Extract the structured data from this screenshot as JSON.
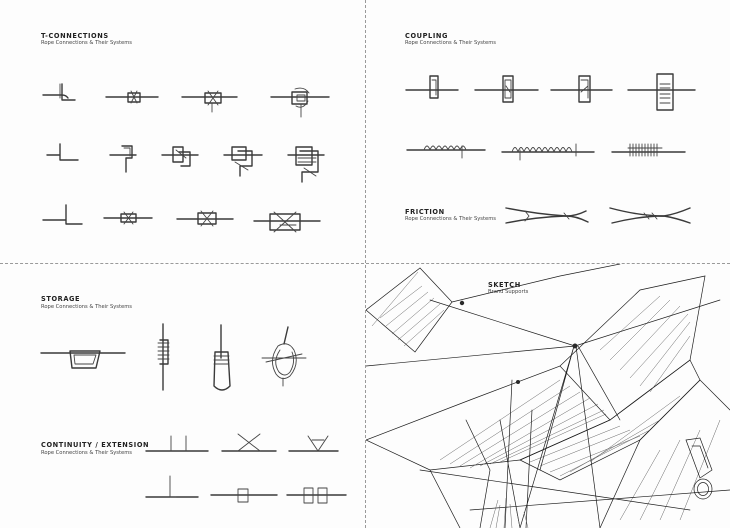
{
  "sections": {
    "t_connections": {
      "title": "T-CONNECTIONS",
      "subtitle": "Rope Connections & Their Systems"
    },
    "coupling": {
      "title": "COUPLING",
      "subtitle": "Rope Connections & Their Systems"
    },
    "friction": {
      "title": "FRICTION",
      "subtitle": "Rope Connections & Their Systems"
    },
    "storage": {
      "title": "STORAGE",
      "subtitle": "Rope Connections & Their Systems"
    },
    "continuity": {
      "title": "CONTINUITY / EXTENSION",
      "subtitle": "Rope Connections & Their Systems"
    },
    "sketch": {
      "title": "SKETCH",
      "subtitle": "Brand Supports"
    }
  },
  "colors": {
    "background": "#fdfdfd",
    "ink": "#2a2a2a",
    "divider": "#9a9a9a"
  }
}
